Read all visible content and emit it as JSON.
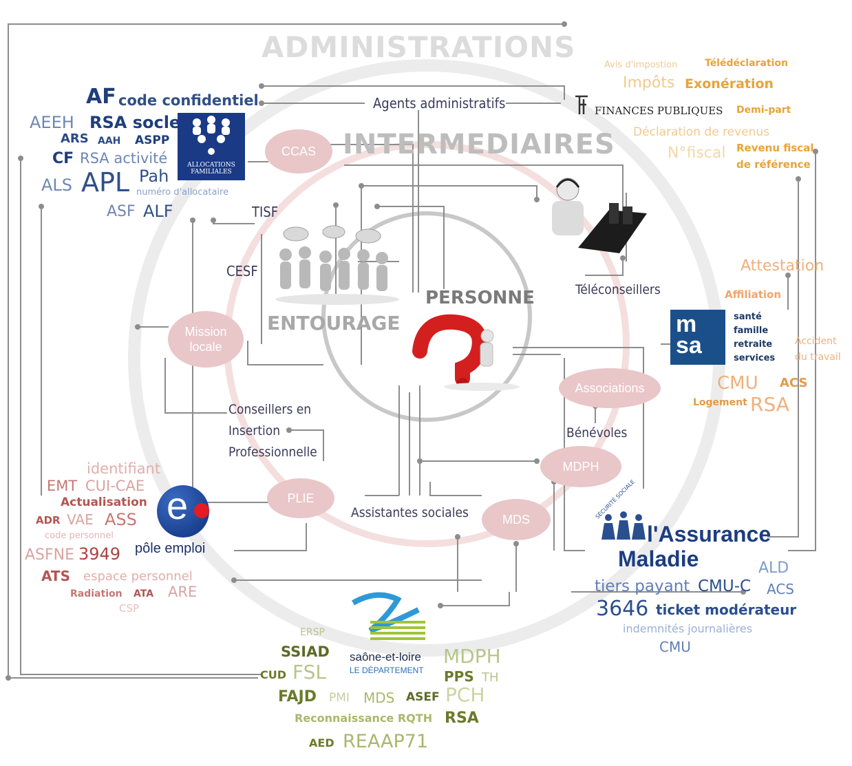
{
  "colors": {
    "caf_blue": "#1f3f7a",
    "caf_light": "#6d86b5",
    "tax_orange": "#e8a33a",
    "tax_light": "#f1c98d",
    "pole_red": "#b45552",
    "pole_light": "#d9a3a0",
    "dept_green": "#6b7a2a",
    "dept_light": "#a9b86b",
    "ameli_blue": "#2a4f8e",
    "ameli_light": "#7f9bc9",
    "msa_orange": "#e39a4b",
    "bubble_pink": "#e9c6c8",
    "line_grey": "#8a8a8a",
    "heading_grey": "#999999"
  },
  "headings": {
    "administrations": "ADMINISTRATIONS",
    "intermediaires": "INTERMEDIAIRES",
    "entourage": "ENTOURAGE",
    "personne": "PERSONNE"
  },
  "bubbles": {
    "ccas": "CCAS",
    "mission_locale": "Mission locale",
    "associations": "Associations",
    "mdph": "MDPH",
    "plie": "PLIE",
    "mds": "MDS"
  },
  "roles": {
    "agents": "Agents administratifs",
    "tisf": "TISF",
    "cesf": "CESF",
    "teleconseillers": "Téléconseillers",
    "conseillers_1": "Conseillers en",
    "conseillers_2": "Insertion",
    "conseillers_3": "Professionnelle",
    "benevoles": "Bénévoles",
    "assistantes": "Assistantes sociales"
  },
  "caf": {
    "logo_line1": "ALLOCATIONS",
    "logo_line2": "FAMILIALES",
    "words": [
      "AF",
      "code confidentiel",
      "AEEH",
      "RSA socle",
      "ARS",
      "AAH",
      "ASPP",
      "CF",
      "RSA activité",
      "ALS",
      "APL",
      "Pah",
      "numéro d'allocataire",
      "ASF",
      "ALF"
    ]
  },
  "finances": {
    "logo_text": "FINANCES PUBLIQUES",
    "words": [
      "Avis d'impostion",
      "Télédéclaration",
      "Impôts",
      "Exonération",
      "Demi-part",
      "Déclaration de revenus",
      "N°fiscal",
      "Revenu fiscal",
      "de référence"
    ]
  },
  "msa": {
    "lines": [
      "santé",
      "famille",
      "retraite",
      "services"
    ],
    "words": [
      "Attestation",
      "Affiliation",
      "Accident",
      "du travail",
      "CMU",
      "ACS",
      "Logement",
      "RSA"
    ]
  },
  "pole_emploi": {
    "logo_text": "pôle emploi",
    "words": [
      "identifiant",
      "EMT",
      "CUI-CAE",
      "Actualisation",
      "ADR",
      "VAE",
      "ASS",
      "code personnel",
      "ASFNE",
      "3949",
      "ATS",
      "espace personnel",
      "Radiation",
      "ATA",
      "ARE",
      "CSP"
    ]
  },
  "ameli": {
    "small": "SÉCURITÉ SOCIALE",
    "line1": "l'Assurance",
    "line2": "Maladie",
    "words": [
      "ALD",
      "tiers payant",
      "CMU-C",
      "ACS",
      "3646",
      "ticket modérateur",
      "indemnités journalières",
      "CMU"
    ]
  },
  "departement": {
    "name": "saône-et-loire",
    "sub": "LE DÉPARTEMENT",
    "words": [
      "ERSP",
      "SSIAD",
      "MDPH",
      "CUD",
      "FSL",
      "PPS",
      "TH",
      "FAJD",
      "PMI",
      "MDS",
      "ASEF",
      "PCH",
      "Reconnaissance RQTH",
      "RSA",
      "AED",
      "REAAP71"
    ]
  }
}
